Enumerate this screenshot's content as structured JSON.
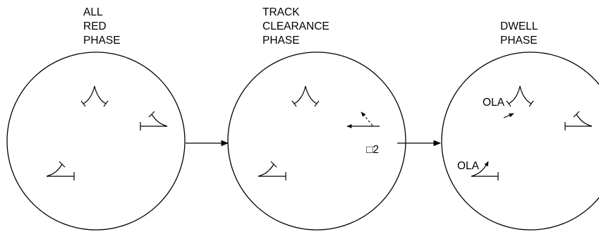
{
  "phases": [
    {
      "title_lines": [
        "ALL",
        "RED",
        "PHASE"
      ]
    },
    {
      "title_lines": [
        "TRACK",
        "CLEARANCE",
        "PHASE"
      ],
      "phase_label": "□2"
    },
    {
      "title_lines": [
        "DWELL",
        "PHASE"
      ],
      "overlap_labels": [
        "OLA",
        "OLA"
      ]
    }
  ]
}
